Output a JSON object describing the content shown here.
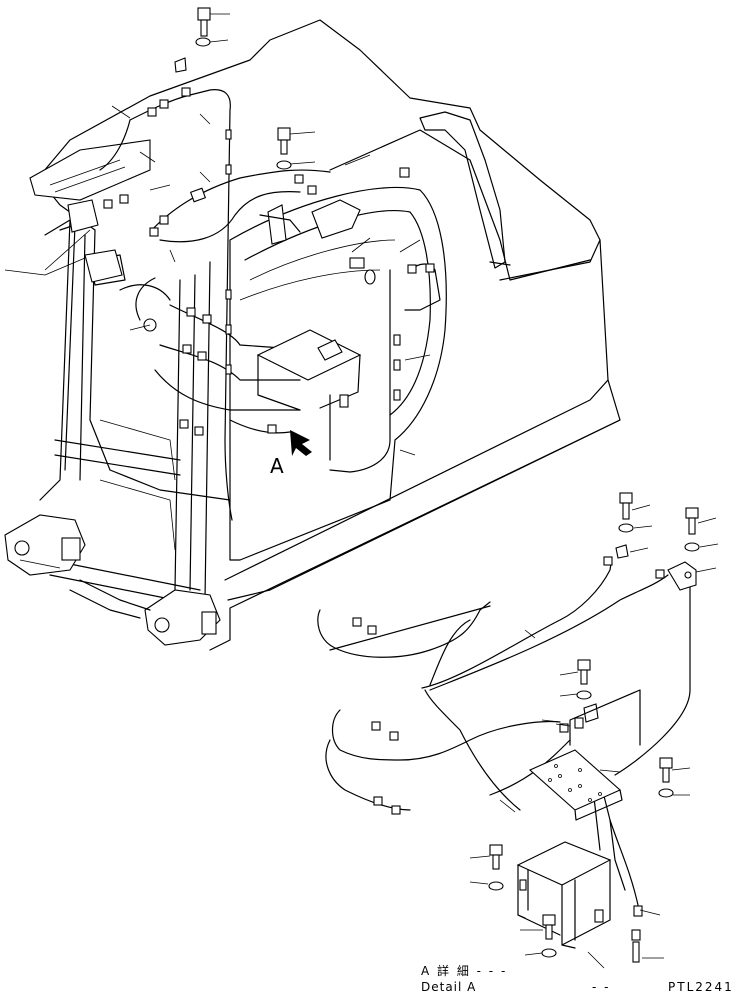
{
  "view_label": "A",
  "detail_title_jp": "A 詳 細 - - -",
  "detail_title_en": "Detail A",
  "detail_dashes": "- -",
  "drawing_code": "PTL2241"
}
